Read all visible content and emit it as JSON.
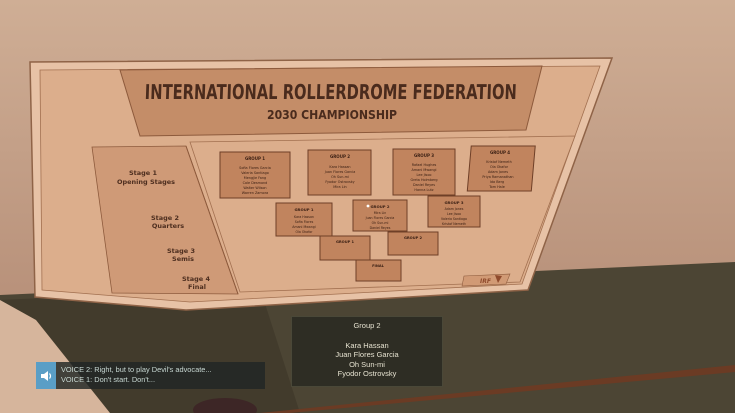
{
  "board": {
    "title": "INTERNATIONAL ROLLERDROME FEDERATION",
    "subtitle": "2030 CHAMPIONSHIP",
    "logo_text": "IRF",
    "stages": [
      {
        "label_1": "Stage 1",
        "label_2": "Opening Stages"
      },
      {
        "label_1": "Stage 2",
        "label_2": "Quarters"
      },
      {
        "label_1": "Stage 3",
        "label_2": "Semis"
      },
      {
        "label_1": "Stage 4",
        "label_2": "Final"
      }
    ],
    "groups": [
      {
        "title": "GROUP 1",
        "names": [
          "Sofia Flores Garcia",
          "Valeria Santiago",
          "Mengjie Fang",
          "Cole Desmond",
          "Walter Wilson",
          "Warren Zamora"
        ]
      },
      {
        "title": "GROUP 2",
        "names": [
          "Kara Hassan",
          "Juan Flores Garcia",
          "Oh Sun-mi",
          "Fyodor Ostrovsky",
          "Mira Lin"
        ]
      },
      {
        "title": "GROUP 3",
        "names": [
          "Rafael Hughes",
          "Amani Mwangi",
          "Lee Jisoo",
          "Greta Holmberg",
          "Daniel Reyes",
          "Hanna Lutz"
        ]
      },
      {
        "title": "GROUP 4",
        "names": [
          "Kristof Nemeth",
          "Ola Okafor",
          "Adam Jones",
          "Priya Ramanathan",
          "Ida Berg",
          "Tom Hale"
        ]
      },
      {
        "title": "GROUP 1",
        "names": [
          "Kara Hassan",
          "Sofia Flores",
          "Amani Mwangi",
          "Ola Okafor"
        ]
      },
      {
        "title": "GROUP 2",
        "names": [
          "Mira Lin",
          "Juan Flores Garcia",
          "Oh Sun-mi",
          "Daniel Reyes"
        ]
      },
      {
        "title": "GROUP 3",
        "names": [
          "Adam Jones",
          "Lee Jisoo",
          "Valeria Santiago",
          "Kristof Nemeth"
        ]
      },
      {
        "title": "GROUP 1",
        "names": []
      },
      {
        "title": "GROUP 2",
        "names": []
      },
      {
        "title": "FINAL",
        "names": []
      }
    ]
  },
  "info_panel": {
    "title": "Group 2",
    "players": [
      "Kara Hassan",
      "Juan Flores Garcia",
      "Oh Sun-mi",
      "Fyodor Ostrovsky"
    ]
  },
  "subtitles": {
    "icon": "speaker-icon",
    "line_1": "VOICE 2: Right, but to play Devil's advocate...",
    "line_2": "VOICE 1: Don't start. Don't..."
  },
  "colors": {
    "wall": "#c9a68b",
    "board": "#dfae8a",
    "panel": "#2e2d24",
    "subtitle_icon": "#5a9ec6"
  }
}
